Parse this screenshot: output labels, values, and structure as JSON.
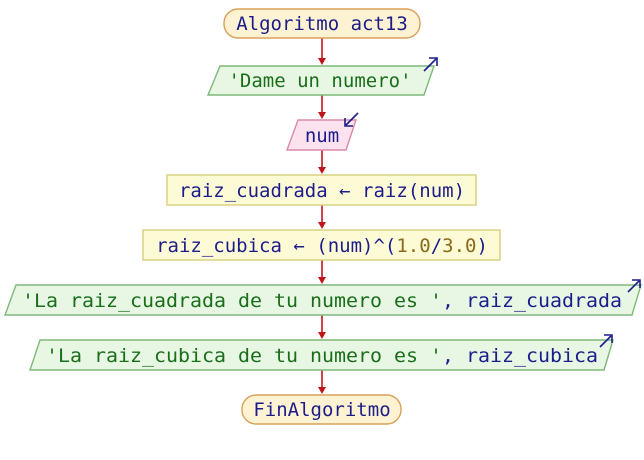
{
  "diagram": {
    "title_block": {
      "keyword": "Algoritmo",
      "name": "act13"
    },
    "output_1": {
      "text": "'Dame un numero'"
    },
    "input_1": {
      "var": "num"
    },
    "assign_1": {
      "target": "raiz_cuadrada",
      "arrow": "←",
      "func": "raiz",
      "args": "(num)"
    },
    "assign_2": {
      "target": "raiz_cubica",
      "arrow": "←",
      "expr_start": "(num)^(",
      "n1": "1.0",
      "slash": "/",
      "n2": "3.0",
      "expr_end": ")"
    },
    "output_2": {
      "str": "'La raiz_cuadrada de tu numero es '",
      "rest": ", raiz_cuadrada"
    },
    "output_3": {
      "str": "'La raiz_cubica de tu numero es '",
      "rest": ", raiz_cubica"
    },
    "end_block": {
      "text": "FinAlgoritmo"
    }
  },
  "colors": {
    "terminal_fill": "#fdf3d2",
    "terminal_stroke": "#d9a05a",
    "output_fill": "#e7f7e4",
    "output_stroke": "#7fb87a",
    "input_fill": "#fbe2ee",
    "input_stroke": "#d98aa8",
    "process_fill": "#fdfbd6",
    "process_stroke": "#d8cf7a",
    "arrow": "#c0141a",
    "io_arrow": "#1c1c8a"
  }
}
